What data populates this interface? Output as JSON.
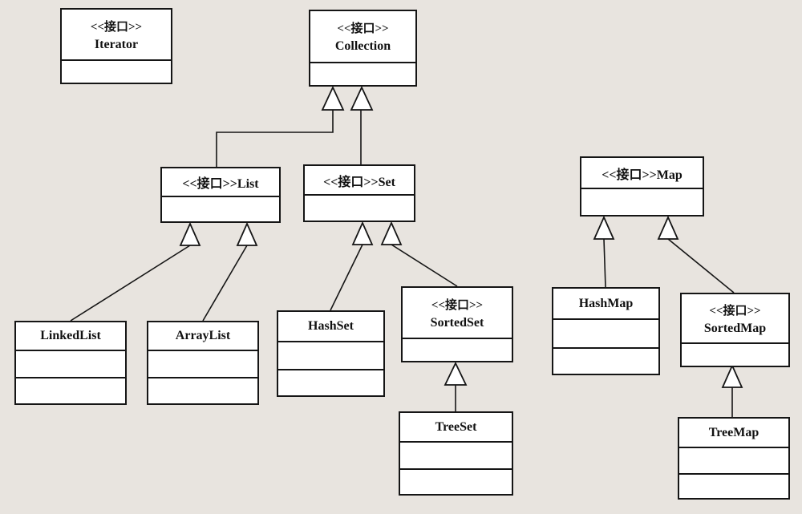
{
  "diagram": {
    "type": "uml-class-diagram",
    "background_color": "#e8e4df",
    "line_color": "#151515",
    "nodes": {
      "iterator": {
        "stereotype": "<<接口>>",
        "name": "Iterator"
      },
      "collection": {
        "stereotype": "<<接口>>",
        "name": "Collection"
      },
      "list": {
        "name": "<<接口>>List"
      },
      "set": {
        "name": "<<接口>>Set"
      },
      "map": {
        "name": "<<接口>>Map"
      },
      "linkedlist": {
        "name": "LinkedList"
      },
      "arraylist": {
        "name": "ArrayList"
      },
      "hashset": {
        "name": "HashSet"
      },
      "sortedset": {
        "stereotype": "<<接口>>",
        "name": "SortedSet"
      },
      "treeset": {
        "name": "TreeSet"
      },
      "hashmap": {
        "name": "HashMap"
      },
      "sortedmap": {
        "stereotype": "<<接口>>",
        "name": "SortedMap"
      },
      "treemap": {
        "name": "TreeMap"
      }
    },
    "edges": [
      {
        "from": "List",
        "to": "Collection",
        "type": "generalization"
      },
      {
        "from": "Set",
        "to": "Collection",
        "type": "generalization"
      },
      {
        "from": "LinkedList",
        "to": "List",
        "type": "generalization"
      },
      {
        "from": "ArrayList",
        "to": "List",
        "type": "generalization"
      },
      {
        "from": "HashSet",
        "to": "Set",
        "type": "generalization"
      },
      {
        "from": "SortedSet",
        "to": "Set",
        "type": "generalization"
      },
      {
        "from": "TreeSet",
        "to": "SortedSet",
        "type": "generalization"
      },
      {
        "from": "HashMap",
        "to": "Map",
        "type": "generalization"
      },
      {
        "from": "SortedMap",
        "to": "Map",
        "type": "generalization"
      },
      {
        "from": "TreeMap",
        "to": "SortedMap",
        "type": "generalization"
      }
    ]
  }
}
